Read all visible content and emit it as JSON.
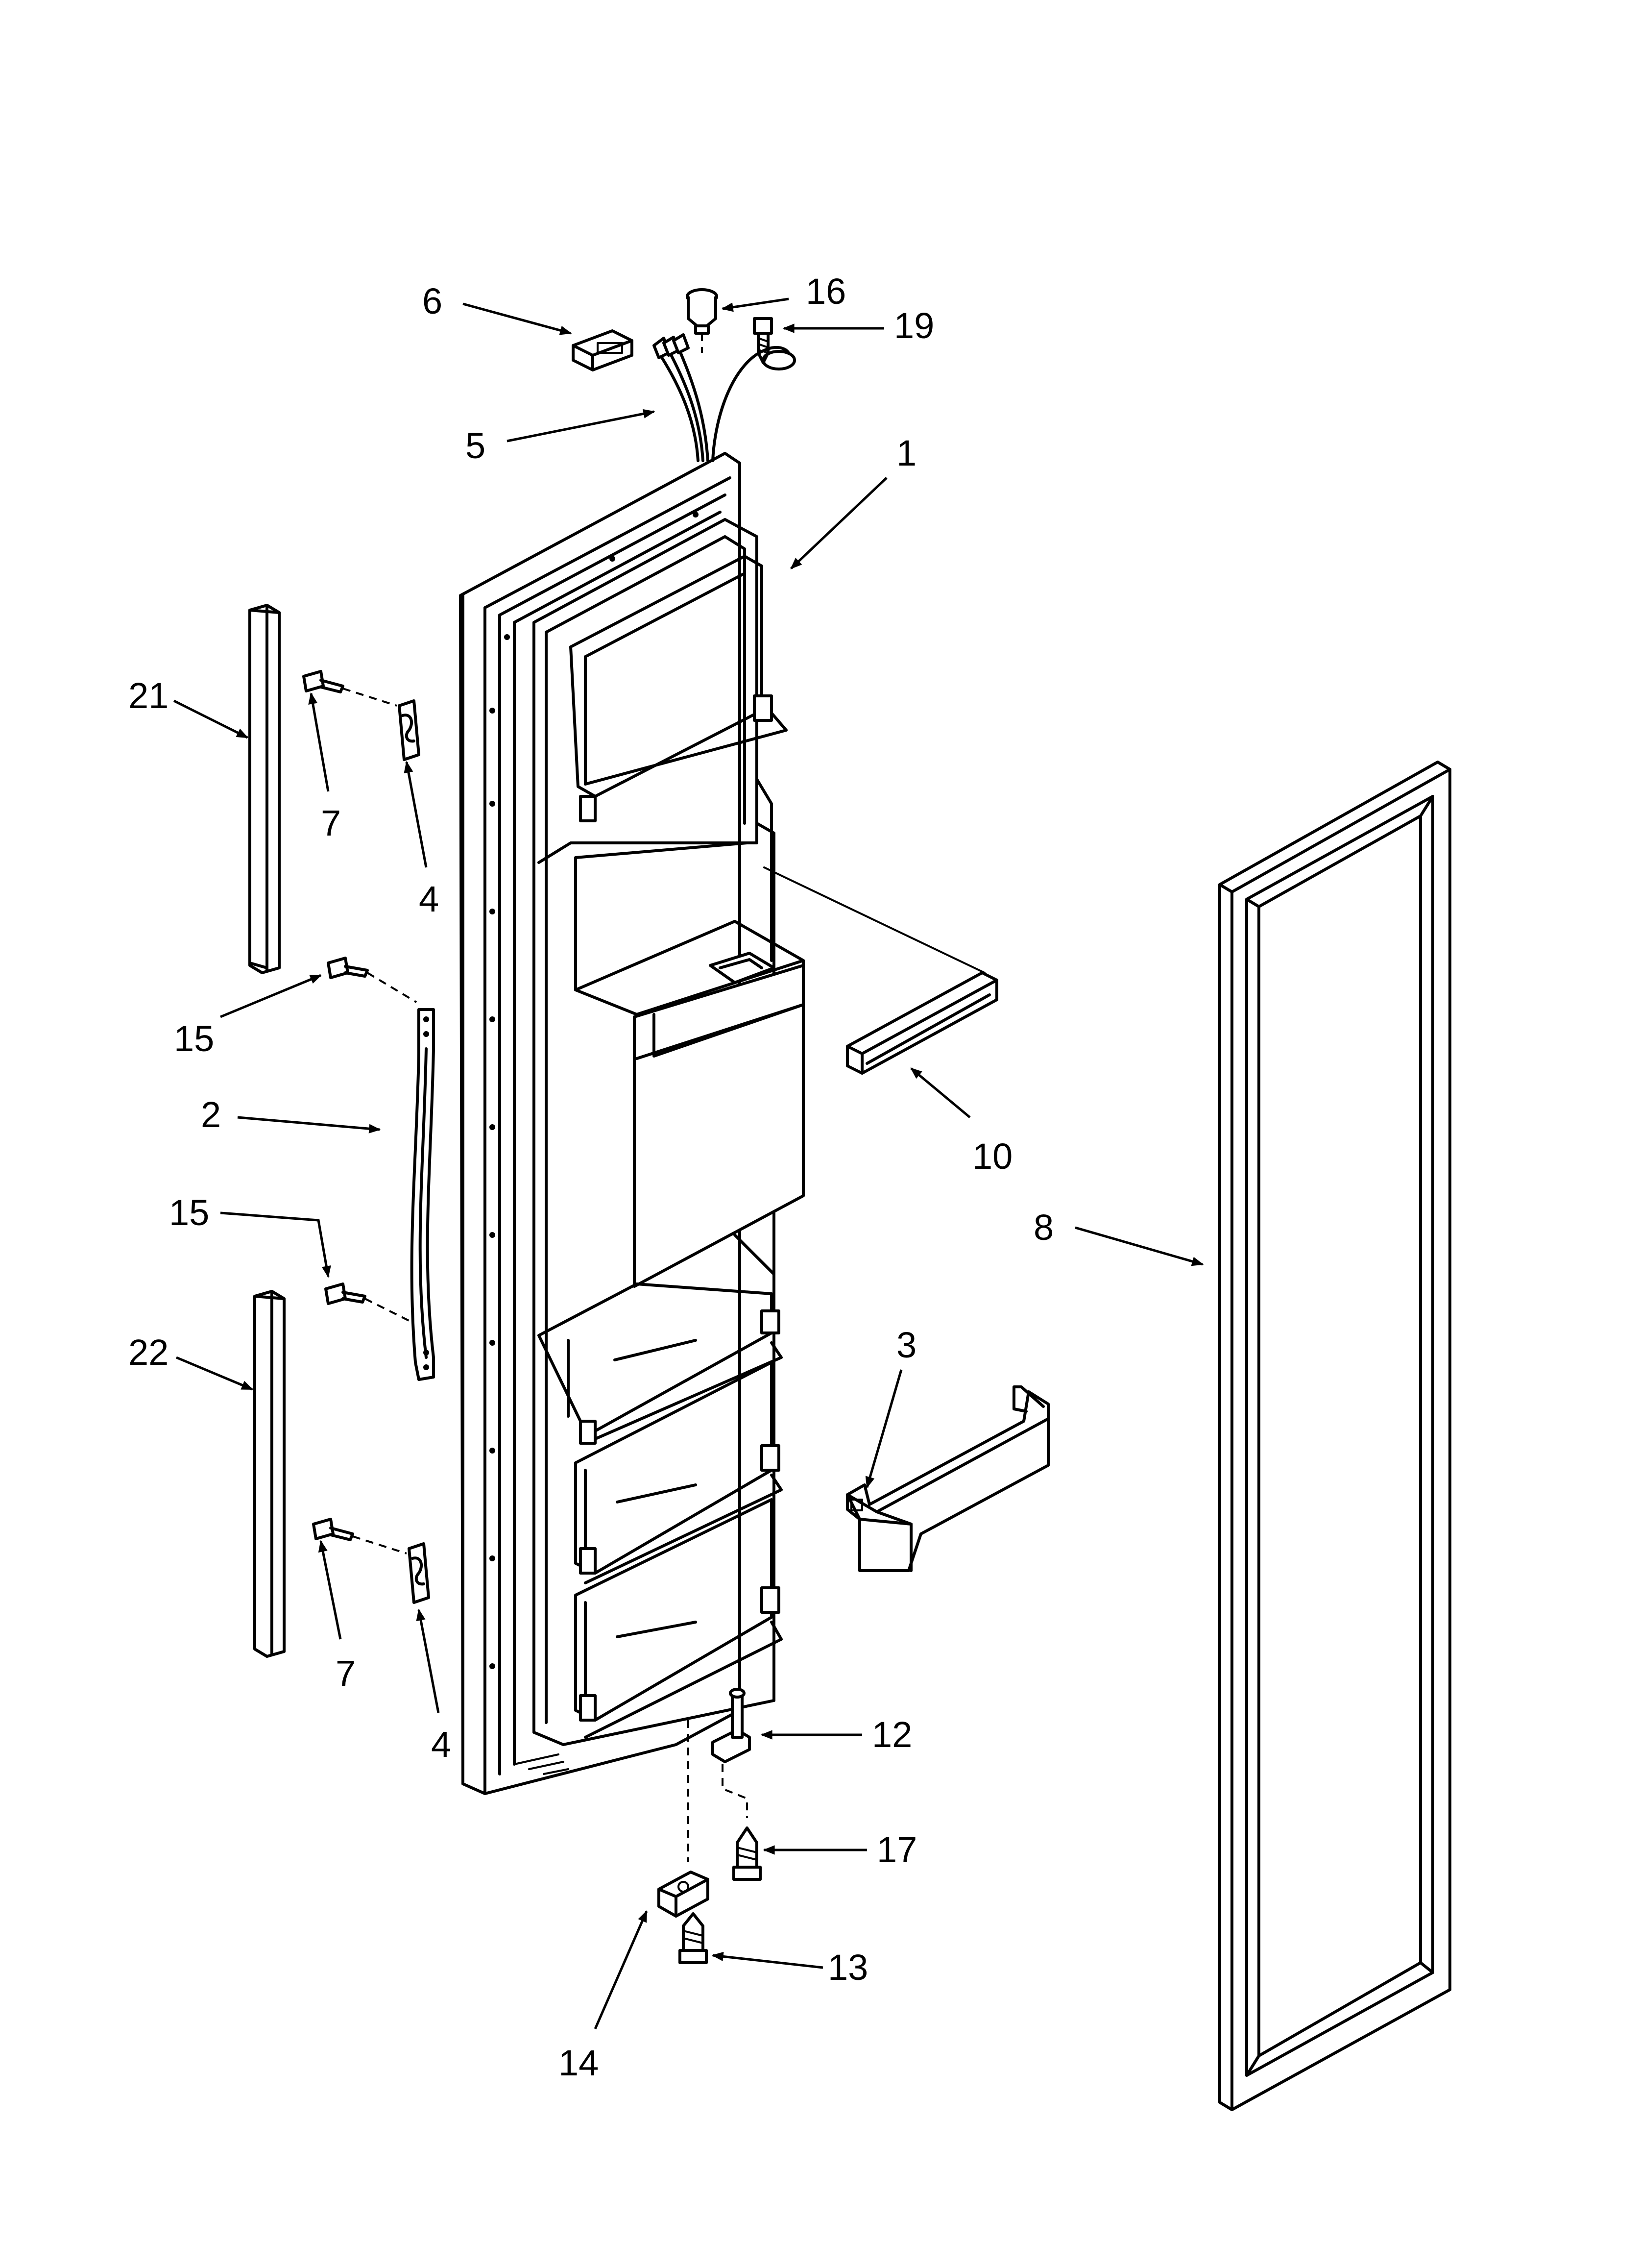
{
  "diagram": {
    "callouts": [
      {
        "id": "c6",
        "label": "6"
      },
      {
        "id": "c16",
        "label": "16"
      },
      {
        "id": "c19",
        "label": "19"
      },
      {
        "id": "c5",
        "label": "5"
      },
      {
        "id": "c1",
        "label": "1"
      },
      {
        "id": "c21",
        "label": "21"
      },
      {
        "id": "c7a",
        "label": "7"
      },
      {
        "id": "c4a",
        "label": "4"
      },
      {
        "id": "c15a",
        "label": "15"
      },
      {
        "id": "c2",
        "label": "2"
      },
      {
        "id": "c15b",
        "label": "15"
      },
      {
        "id": "c10",
        "label": "10"
      },
      {
        "id": "c8",
        "label": "8"
      },
      {
        "id": "c22",
        "label": "22"
      },
      {
        "id": "c3",
        "label": "3"
      },
      {
        "id": "c7b",
        "label": "7"
      },
      {
        "id": "c4b",
        "label": "4"
      },
      {
        "id": "c12",
        "label": "12"
      },
      {
        "id": "c17",
        "label": "17"
      },
      {
        "id": "c13",
        "label": "13"
      },
      {
        "id": "c14",
        "label": "14"
      }
    ]
  }
}
